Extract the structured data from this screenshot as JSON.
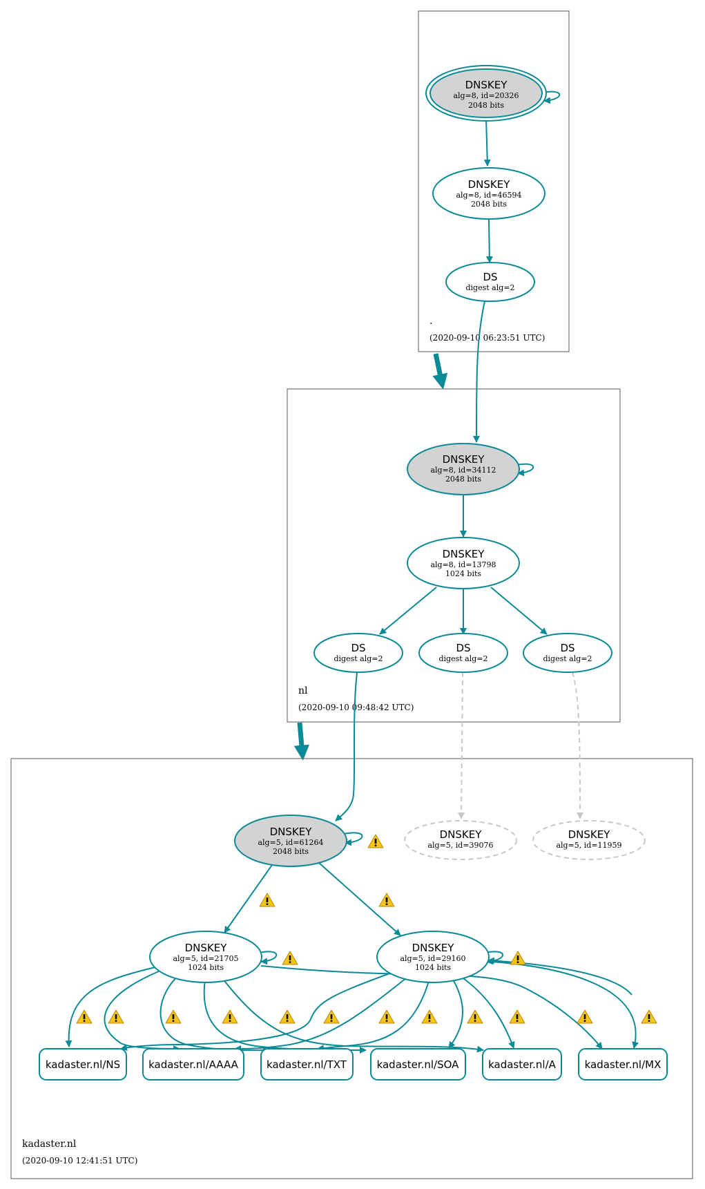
{
  "colors": {
    "edge": "#0a8a96",
    "ghost": "#c8c8c8",
    "sep_fill": "#d3d3d3",
    "warning": "#f5c518"
  },
  "zones": {
    "root": {
      "name": ".",
      "timestamp": "(2020-09-10 06:23:51 UTC)"
    },
    "nl": {
      "name": "nl",
      "timestamp": "(2020-09-10 09:48:42 UTC)"
    },
    "kadaster": {
      "name": "kadaster.nl",
      "timestamp": "(2020-09-10 12:41:51 UTC)"
    }
  },
  "nodes": {
    "root_ksk": {
      "title": "DNSKEY",
      "line1": "alg=8, id=20326",
      "line2": "2048 bits"
    },
    "root_zsk": {
      "title": "DNSKEY",
      "line1": "alg=8, id=46594",
      "line2": "2048 bits"
    },
    "root_ds": {
      "title": "DS",
      "line1": "digest alg=2"
    },
    "nl_ksk": {
      "title": "DNSKEY",
      "line1": "alg=8, id=34112",
      "line2": "2048 bits"
    },
    "nl_zsk": {
      "title": "DNSKEY",
      "line1": "alg=8, id=13798",
      "line2": "1024 bits"
    },
    "nl_ds1": {
      "title": "DS",
      "line1": "digest alg=2"
    },
    "nl_ds2": {
      "title": "DS",
      "line1": "digest alg=2"
    },
    "nl_ds3": {
      "title": "DS",
      "line1": "digest alg=2"
    },
    "kad_ksk": {
      "title": "DNSKEY",
      "line1": "alg=5, id=61264",
      "line2": "2048 bits"
    },
    "kad_ghost1": {
      "title": "DNSKEY",
      "line1": "alg=5, id=39076"
    },
    "kad_ghost2": {
      "title": "DNSKEY",
      "line1": "alg=5, id=11959"
    },
    "kad_zsk1": {
      "title": "DNSKEY",
      "line1": "alg=5, id=21705",
      "line2": "1024 bits"
    },
    "kad_zsk2": {
      "title": "DNSKEY",
      "line1": "alg=5, id=29160",
      "line2": "1024 bits"
    }
  },
  "rrsets": [
    "kadaster.nl/NS",
    "kadaster.nl/AAAA",
    "kadaster.nl/TXT",
    "kadaster.nl/SOA",
    "kadaster.nl/A",
    "kadaster.nl/MX"
  ]
}
